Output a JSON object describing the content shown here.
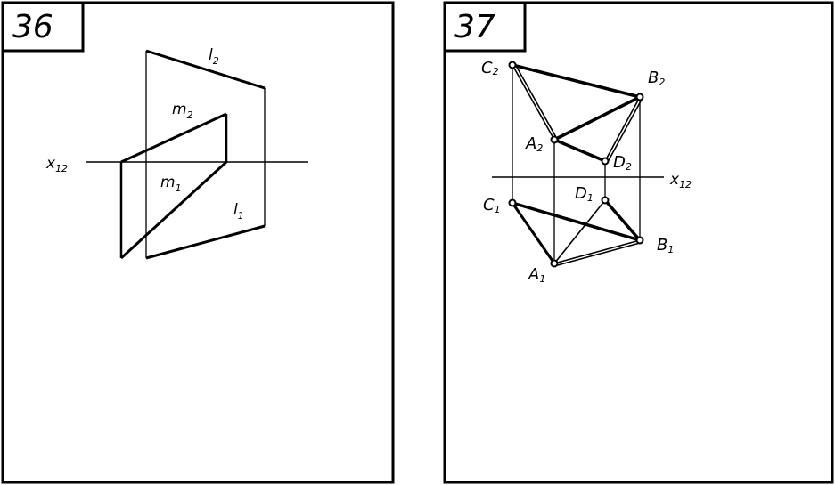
{
  "panels": [
    {
      "number": "36",
      "labels": {
        "x_axis": {
          "main": "x",
          "sub": "12"
        },
        "l2": {
          "main": "l",
          "sub": "2"
        },
        "m2": {
          "main": "m",
          "sub": "2"
        },
        "m1": {
          "main": "m",
          "sub": "1"
        },
        "l1": {
          "main": "l",
          "sub": "1"
        }
      }
    },
    {
      "number": "37",
      "labels": {
        "C2": {
          "main": "C",
          "sub": "2"
        },
        "B2": {
          "main": "B",
          "sub": "2"
        },
        "A2": {
          "main": "A",
          "sub": "2"
        },
        "D2": {
          "main": "D",
          "sub": "2"
        },
        "x_axis": {
          "main": "x",
          "sub": "12"
        },
        "D1": {
          "main": "D",
          "sub": "1"
        },
        "C1": {
          "main": "C",
          "sub": "1"
        },
        "B1": {
          "main": "B",
          "sub": "1"
        },
        "A1": {
          "main": "A",
          "sub": "1"
        }
      }
    }
  ],
  "colors": {
    "ink": "#000000",
    "paper": "#ffffff"
  }
}
